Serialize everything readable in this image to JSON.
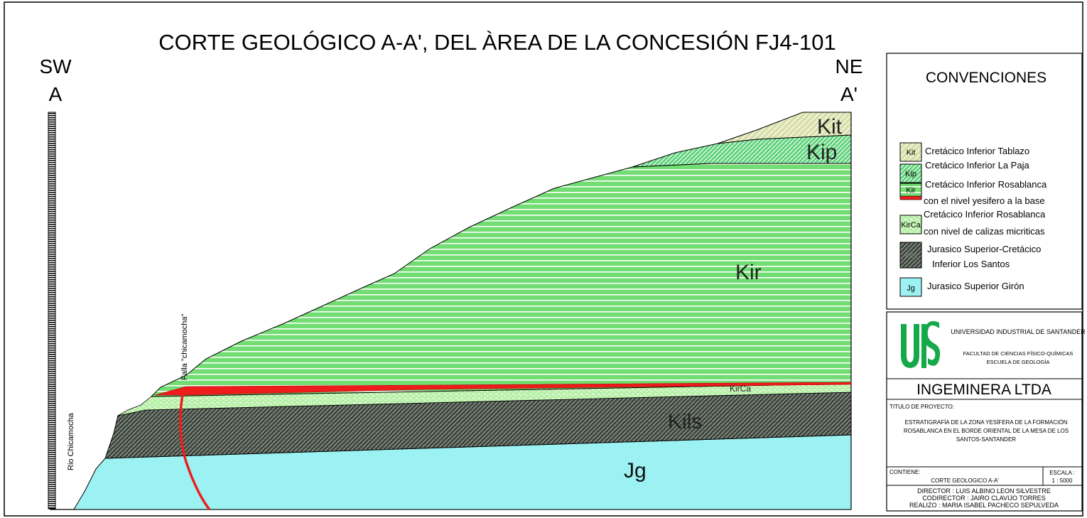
{
  "title": "CORTE GEOLÓGICO A-A', DEL ÀREA DE LA CONCESIÓN FJ4-101",
  "ends": {
    "left_direction": "SW",
    "left_point": "A",
    "right_direction": "NE",
    "right_point": "A'"
  },
  "section_labels": {
    "falla": "Falla \"chicamocha\"",
    "rio": "Rio Chicamocha",
    "kit": "Kit",
    "kip": "Kip",
    "kir": "Kir",
    "kirca": "KirCa",
    "kils": "Kils",
    "jg": "Jg"
  },
  "colors": {
    "kit": "#d8dfa8",
    "kip": "#5fd37c",
    "kir": "#72dd72",
    "kirca": "#b9f0a9",
    "kils": "#404a40",
    "jg": "#9cf2f2",
    "gypsum": "#ee1c1c",
    "uis_logo": "#16a94a"
  },
  "legend": {
    "heading": "CONVENCIONES",
    "items": [
      {
        "code": "Kit",
        "line1": "Cretácico Inferior Tablazo",
        "line2": ""
      },
      {
        "code": "Kip",
        "line1": "Cretácico Inferior La Paja",
        "line2": ""
      },
      {
        "code": "Kir",
        "line1": "Cretácico Inferior Rosablanca",
        "line2": "con el nivel yesifero a la base"
      },
      {
        "code": "KirCa",
        "line1": "Cretácico Inferior Rosablanca",
        "line2": "con nivel de calizas micriticas"
      },
      {
        "code": "Kils",
        "line1": "Jurasico Superior-Cretácico",
        "line2": "Inferior Los Santos"
      },
      {
        "code": "Jg",
        "line1": "Jurasico Superior Girón",
        "line2": ""
      }
    ]
  },
  "title_block": {
    "university": "UNIVERSIDAD INDUSTRIAL DE SANTANDER",
    "faculty": "FACULTAD DE CIENCIAS FÍSICO-QUÍMICAS",
    "school": "ESCUELA DE GEOLOGÍA",
    "company": "INGEMINERA LTDA",
    "project_label": "TITULO DE PROYECTO:",
    "project_lines": [
      "ESTRATIGRAFÍA DE LA ZONA YESÍFERA DE LA FORMACIÓN",
      "ROSABLANCA EN EL BORDE ORIENTAL DE LA MESA DE LOS",
      "SANTOS-SANTANDER"
    ],
    "contains_label": "CONTIENE:",
    "contains_value": "CORTE GEOLOGICO A-A'",
    "scale_label": "ESCALA :",
    "scale_value": "1 : 5000",
    "credits": [
      "DIRECTOR : LUIS ALBINO LEON SILVESTRE",
      "CODIRECTOR : JAIRO CLAVIJO TORRES",
      "REALIZO : MARIA ISABEL PACHECO SEPULVEDA"
    ]
  }
}
